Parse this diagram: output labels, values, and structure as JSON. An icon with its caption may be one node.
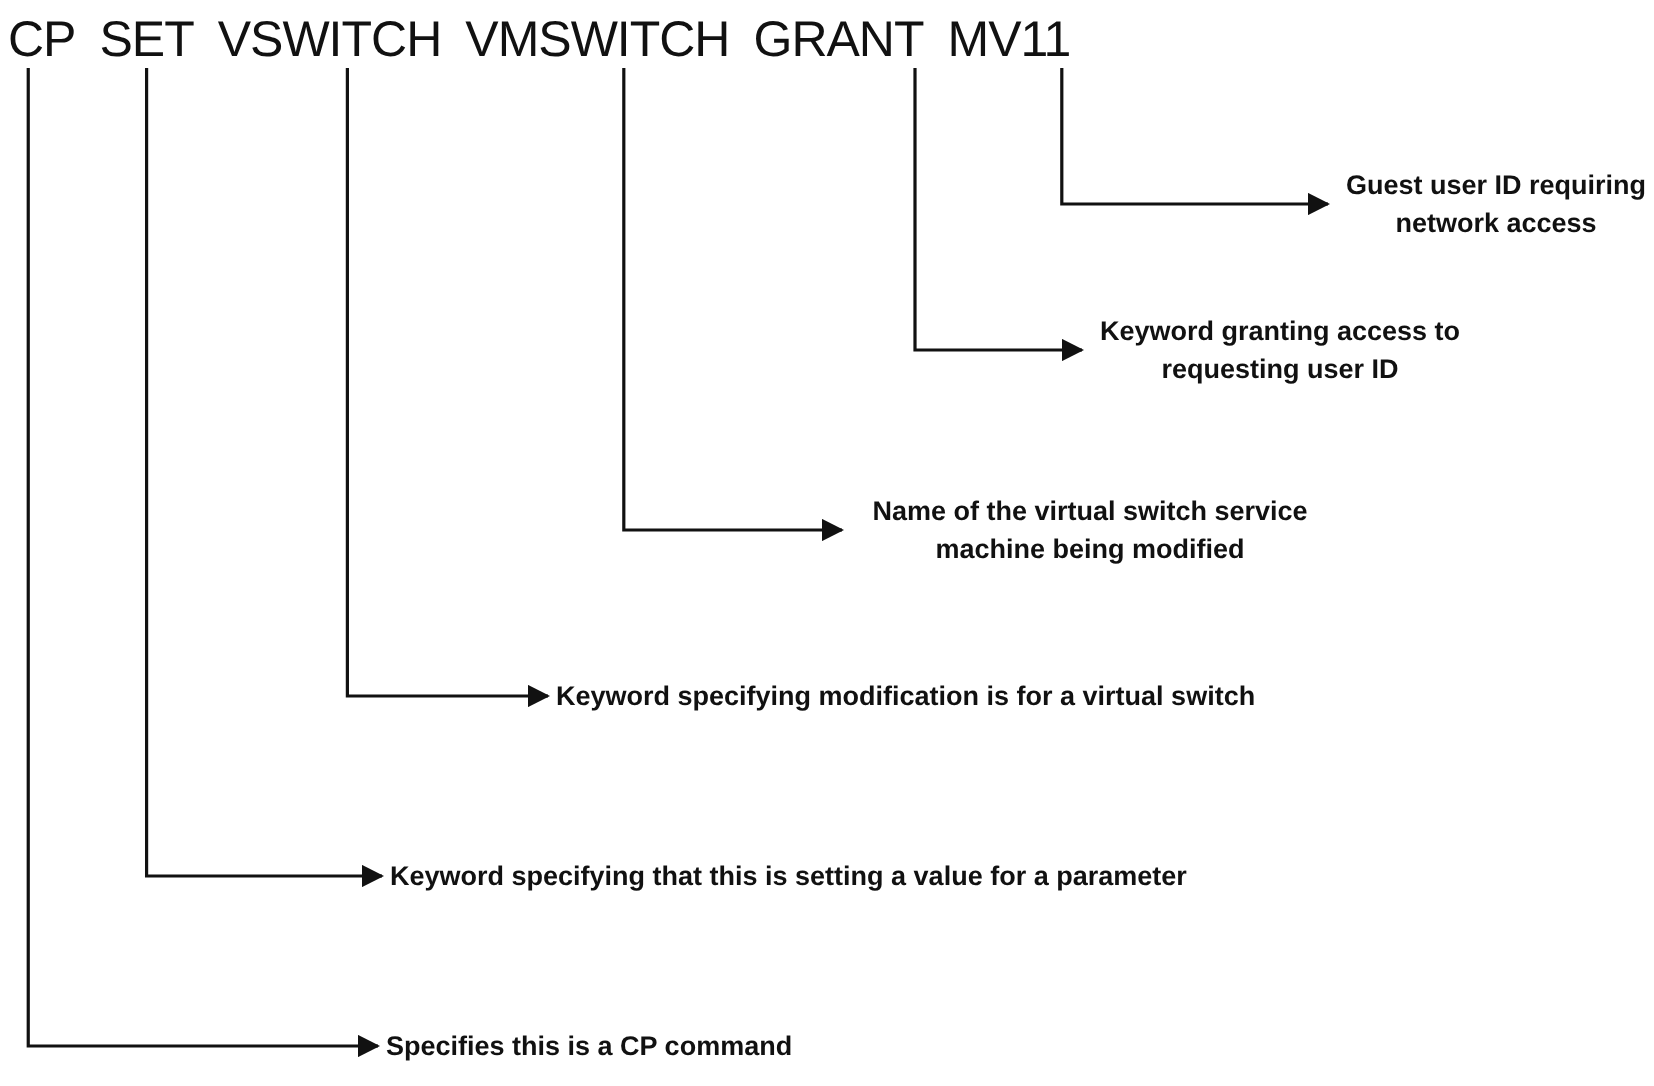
{
  "diagram": {
    "nodes": [
      {
        "text": [
          "CP"
        ]
      },
      {
        "text": [
          "SET"
        ]
      },
      {
        "text": [
          "VSWITCH"
        ]
      },
      {
        "text": [
          "VMSWITCH"
        ]
      },
      {
        "text": [
          "GRANT"
        ]
      },
      {
        "text": [
          "MV11"
        ]
      },
      {
        "text": [
          "Guest user ID requiring network access"
        ]
      },
      {
        "text": [
          "Keyword granting access to requesting user ID"
        ]
      },
      {
        "text": [
          "Name of the virtual switch service machine being modified"
        ]
      },
      {
        "text": [
          "Keyword specifying modification is for a virtual switch"
        ]
      },
      {
        "text": [
          "Keyword specifying that this is setting a value for a parameter"
        ]
      },
      {
        "text": [
          "Specifies this is a CP command"
        ]
      }
    ],
    "edges": [
      {
        "from": 5,
        "to": 6,
        "arrow": "to"
      },
      {
        "from": 4,
        "to": 7,
        "arrow": "to"
      },
      {
        "from": 3,
        "to": 8,
        "arrow": "to"
      },
      {
        "from": 2,
        "to": 9,
        "arrow": "to"
      },
      {
        "from": 1,
        "to": 10,
        "arrow": "to"
      },
      {
        "from": 0,
        "to": 11,
        "arrow": "to"
      }
    ]
  }
}
